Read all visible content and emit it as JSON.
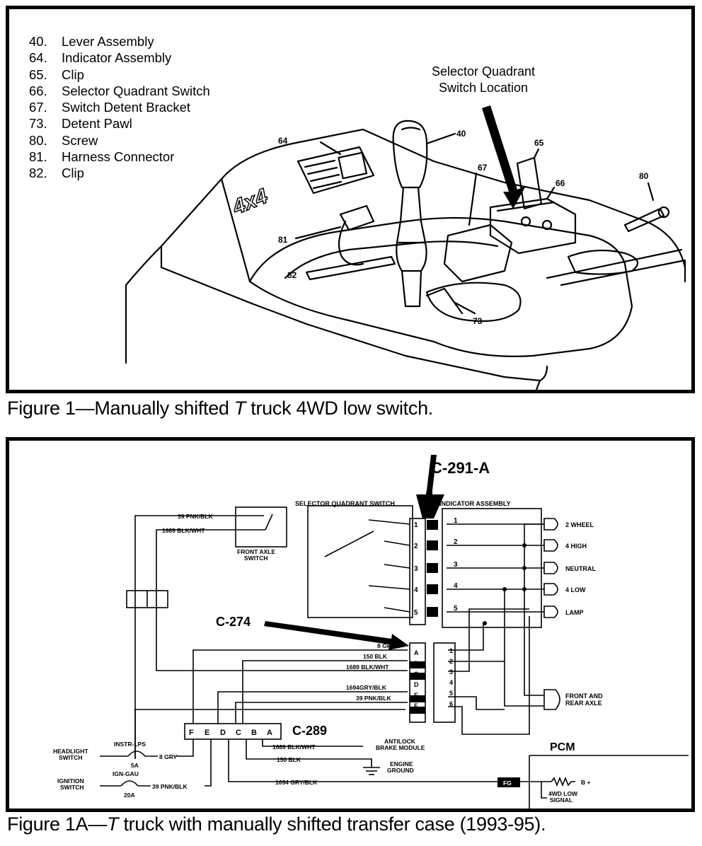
{
  "figure1": {
    "legend": [
      {
        "num": "40.",
        "label": "Lever Assembly"
      },
      {
        "num": "64.",
        "label": "Indicator Assembly"
      },
      {
        "num": "65.",
        "label": "Clip"
      },
      {
        "num": "66.",
        "label": "Selector Quadrant Switch"
      },
      {
        "num": "67.",
        "label": "Switch Detent Bracket"
      },
      {
        "num": "73.",
        "label": "Detent Pawl"
      },
      {
        "num": "80.",
        "label": "Screw"
      },
      {
        "num": "81.",
        "label": "Harness Connector"
      },
      {
        "num": "82.",
        "label": "Clip"
      }
    ],
    "callout_line1": "Selector Quadrant",
    "callout_line2": "Switch Location",
    "part_labels": [
      "64",
      "40",
      "65",
      "67",
      "66",
      "80",
      "81",
      "82",
      "73"
    ],
    "decal": "4x4",
    "caption_prefix": "Figure 1—Manually shifted ",
    "caption_italic": "T",
    "caption_suffix": " truck 4WD low switch."
  },
  "figure1a": {
    "connector_291": "C-291-A",
    "connector_274": "C-274",
    "connector_289": "C-289",
    "selector_switch_title": "SELECTOR QUADRANT SWITCH",
    "indicator_title": "INDICATOR ASSEMBLY",
    "front_axle_switch_l1": "FRONT AXLE",
    "front_axle_switch_l2": "SWITCH",
    "wire_39_top": "39 PNK/BLK",
    "wire_1689_top": "1689 BLK/WHT",
    "pins_left": [
      "1",
      "2",
      "3",
      "4",
      "5"
    ],
    "pins_right": [
      "1",
      "2",
      "3",
      "4",
      "5"
    ],
    "lamps": [
      "2 WHEEL",
      "4 HIGH",
      "NEUTRAL",
      "4 LOW",
      "LAMP"
    ],
    "front_rear_axle_l1": "FRONT AND",
    "front_rear_axle_l2": "REAR AXLE",
    "c274_wires": [
      "8 GRY",
      "150 BLK",
      "1689 BLK/WHT",
      "1694GRY/BLK",
      "39 PNK/BLK"
    ],
    "c274_pins": [
      "A",
      "B",
      "C",
      "D",
      "E",
      "F"
    ],
    "c274_right_pins": [
      "1",
      "2",
      "3",
      "4",
      "5",
      "6"
    ],
    "c289_pins": [
      "F",
      "E",
      "D",
      "C",
      "B",
      "A"
    ],
    "headlight_switch_l1": "HEADLIGHT",
    "headlight_switch_l2": "SWITCH",
    "instr_lps": "INSTR-LPS",
    "fuse_5a": "5A",
    "wire_8gry": "8 GRY",
    "ignition_switch_l1": "IGNITION",
    "ignition_switch_l2": "SWITCH",
    "ign_gau": "IGN-GAU",
    "fuse_20a": "20A",
    "wire_39_bottom": "39 PNK/BLK",
    "wire_1689_bottom": "1689 BLK/WHT",
    "antilock_l1": "ANTILOCK",
    "antilock_l2": "BRAKE MODULE",
    "wire_150": "150 BLK",
    "engine_ground_l1": "ENGINE",
    "engine_ground_l2": "GROUND",
    "wire_1694": "1694 GRY/BLK",
    "pcm": "PCM",
    "pcm_pin": "FG",
    "b_plus": "B +",
    "four_wd_low_l1": "4WD LOW",
    "four_wd_low_l2": "SIGNAL",
    "caption_prefix": "Figure 1A—",
    "caption_italic": "T",
    "caption_suffix": " truck with manually shifted transfer case (1993-95)."
  },
  "colors": {
    "ink": "#000000",
    "paper": "#ffffff"
  }
}
